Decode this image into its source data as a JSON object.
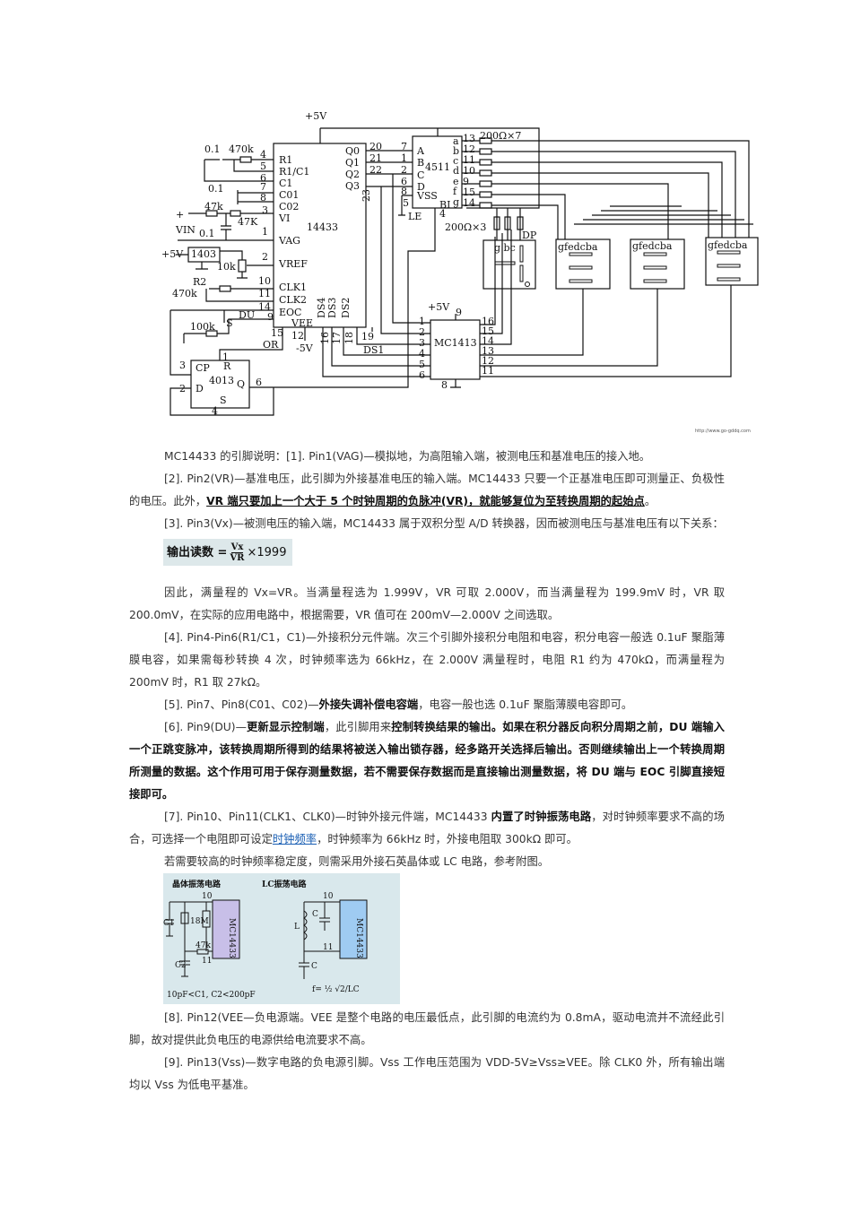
{
  "circuit": {
    "watermark": "http://www.go-gddq.com",
    "labels": [
      "+5V",
      "0.1",
      "470k",
      "4",
      "5",
      "6",
      "7",
      "8",
      "3",
      "1",
      "2",
      "10",
      "11",
      "14",
      "9",
      "R1",
      "R1/C1",
      "C1",
      "C01",
      "C02",
      "VI",
      "VAG",
      "VREF",
      "CLK1",
      "CLK2",
      "EOC",
      "14433",
      "Q0",
      "Q1",
      "Q2",
      "Q3",
      "0.1",
      "47k",
      "47K",
      "+",
      "VIN",
      "0.1",
      "+5V",
      "1403",
      "10k",
      "R2",
      "470k",
      "100k",
      "S",
      "DU",
      "15",
      "OR",
      "12",
      "-5V",
      "VEE",
      "DS4",
      "DS3",
      "DS2",
      "16",
      "17",
      "18",
      "19",
      "DS1",
      "20",
      "21",
      "22",
      "23",
      "7",
      "1",
      "2",
      "6",
      "8",
      "5",
      "A",
      "B",
      "C",
      "D",
      "VSS",
      "4511",
      "BI",
      "LE",
      "a",
      "b",
      "c",
      "d",
      "e",
      "f",
      "g",
      "13",
      "12",
      "11",
      "10",
      "9",
      "15",
      "14",
      "200Ω×7",
      "4",
      "200Ω×3",
      "DP",
      "g  bc",
      "gfedcba",
      "gfedcba",
      "gfedcba",
      "+5V",
      "9",
      "1",
      "2",
      "3",
      "4",
      "5",
      "6",
      "MC1413",
      "16",
      "15",
      "14",
      "13",
      "12",
      "11",
      "8",
      "3",
      "CP",
      "R",
      "1",
      "2",
      "D",
      "4013",
      "Q",
      "6",
      "S",
      "4"
    ]
  },
  "paragraphs": [
    {
      "segments": [
        {
          "text": "MC14433 的引脚说明：[1]. Pin1(VAG)—模拟地，为高阻输入端，被测电压和基准电压的接入地。"
        }
      ]
    },
    {
      "segments": [
        {
          "text": "[2]. Pin2(VR)—基准电压，此引脚为外接基准电压的输入端。MC14433 只要一个正基准电压即可测量正、负极性的电压。此外，"
        },
        {
          "text": "VR 端只要加上一个大于 5 个时钟周期的负脉冲(VR)，就能够复位为至转换周期的起始点",
          "style": "bu"
        },
        {
          "text": "。"
        }
      ]
    },
    {
      "segments": [
        {
          "text": "[3]. Pin3(Vx)—被测电压的输入端，MC14433 属于双积分型 A/D 转换器，因而被测电压与基准电压有以下关系："
        }
      ]
    }
  ],
  "formula": {
    "left": "输出读数 =",
    "numerator": "Vx",
    "denominator": "VR",
    "right": "×1999"
  },
  "paragraphs2": [
    {
      "segments": [
        {
          "text": "因此，满量程的 Vx=VR。当满量程选为 1.999V，VR 可取 2.000V，而当满量程为 199.9mV 时，VR 取 200.0mV，在实际的应用电路中，根据需要，VR 值可在 200mV—2.000V 之间选取。"
        }
      ]
    },
    {
      "segments": [
        {
          "text": "[4]. Pin4-Pin6(R1/C1，C1)—外接积分元件端。次三个引脚外接积分电阻和电容，积分电容一般选 0.1uF 聚脂薄膜电容，如果需每秒转换 4 次，时钟频率选为 66kHz，在 2.000V 满量程时，电阻 R1 约为 470kΩ，而满量程为 200mV 时，R1 取 27kΩ。"
        }
      ]
    },
    {
      "segments": [
        {
          "text": "[5]. Pin7、Pin8(C01、C02)—"
        },
        {
          "text": "外接失调补偿电容端",
          "style": "b"
        },
        {
          "text": "，电容一般也选 0.1uF 聚脂薄膜电容即可。"
        }
      ]
    },
    {
      "segments": [
        {
          "text": "[6]. Pin9(DU)—"
        },
        {
          "text": "更新显示控制端",
          "style": "b"
        },
        {
          "text": "，此引脚用来"
        },
        {
          "text": "控制转换结果的输出。如果在积分器反向积分周期之前，DU 端输入一个正跳变脉冲，该转换周期所得到的结果将被送入输出锁存器，经多路开关选择后输出。否则继续输出上一个转换周期所测量的数据。这个作用可用于保存测量数据，若不需要保存数据而是直接输出测量数据，将 DU 端与 EOC 引脚直接短接即可。",
          "style": "b"
        }
      ]
    },
    {
      "segments": [
        {
          "text": "[7]. Pin10、Pin11(CLK1、CLK0)—时钟外接元件端，MC14433 "
        },
        {
          "text": "内置了时钟振荡电路",
          "style": "b"
        },
        {
          "text": "，对时钟频率要求不高的场合，可选择一个电阻即可设定"
        },
        {
          "text": "时钟频率",
          "style": "link"
        },
        {
          "text": "，时钟频率为 66kHz 时，外接电阻取 300kΩ 即可。"
        }
      ]
    },
    {
      "segments": [
        {
          "text": "若需要较高的时钟频率稳定度，则需采用外接石英晶体或 LC 电路，参考附图。"
        }
      ]
    }
  ],
  "oscillator_figure": {
    "crystal_title": "晶体振荡电路",
    "lc_title": "LC振荡电路",
    "chip": "MC14433",
    "pin10": "10",
    "pin11": "11",
    "c1": "C1",
    "c2": "C2",
    "r18": "18M",
    "r47": "47k",
    "range": "10pF<C1, C2<200pF",
    "l": "L",
    "c": "C",
    "c_bottom": "C",
    "formula": "f= ½ √2/LC",
    "chip_colors": {
      "crystal": "#c8bfe8",
      "lc": "#9fcbf2"
    }
  },
  "paragraphs3": [
    {
      "segments": [
        {
          "text": "[8]. Pin12(VEE—负电源端。VEE 是整个电路的电压最低点，此引脚的电流约为 0.8mA，驱动电流并不流经此引脚，故对提供此负电压的电源供给电流要求不高。"
        }
      ]
    },
    {
      "segments": [
        {
          "text": "[9]. Pin13(Vss)—数字电路的负电源引脚。Vss 工作电压范围为 VDD-5V≥Vss≥VEE。除 CLK0 外，所有输出端均以 Vss 为低电平基准。"
        }
      ]
    }
  ]
}
